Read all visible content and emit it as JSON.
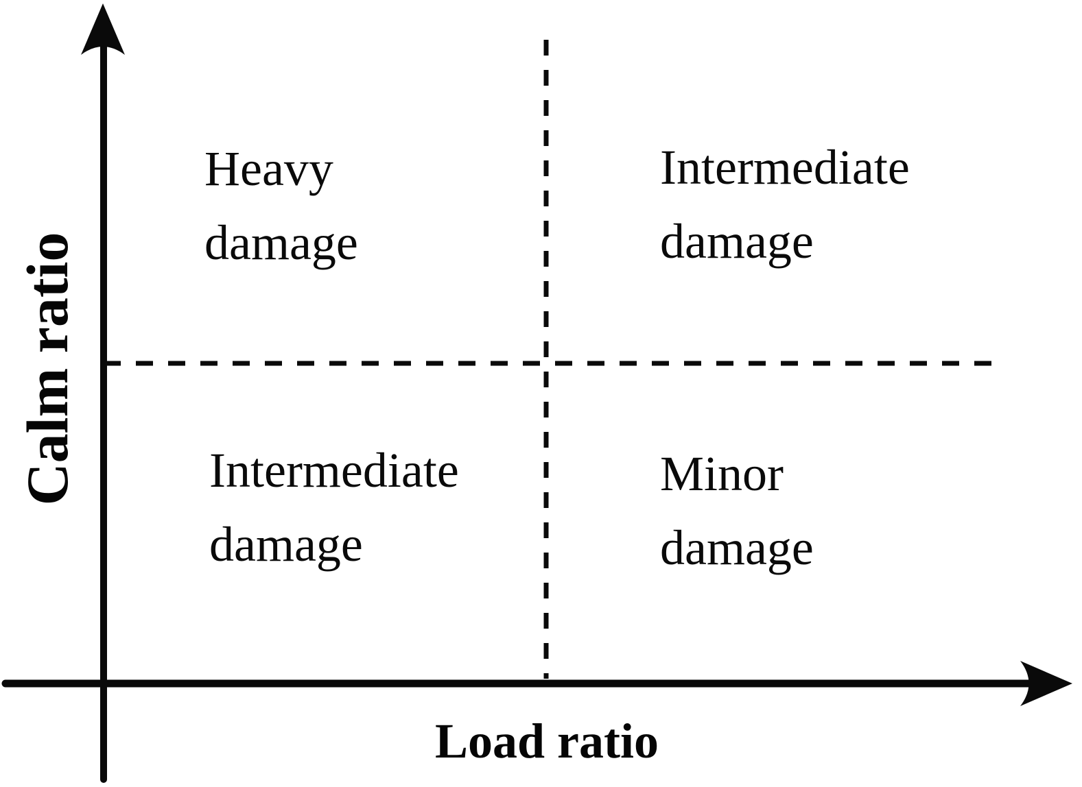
{
  "diagram": {
    "title": "",
    "x_axis": {
      "label": "Load ratio"
    },
    "y_axis": {
      "label": "Calm ratio"
    },
    "quadrants": {
      "top_left": {
        "line1": "Heavy",
        "line2": "damage"
      },
      "top_right": {
        "line1": "Intermediate",
        "line2": "damage"
      },
      "bottom_left": {
        "line1": "Intermediate",
        "line2": "damage"
      },
      "bottom_right": {
        "line1": "Minor",
        "line2": "damage"
      }
    },
    "colors": {
      "ink": "#0a0a0a",
      "background": "#ffffff"
    }
  }
}
